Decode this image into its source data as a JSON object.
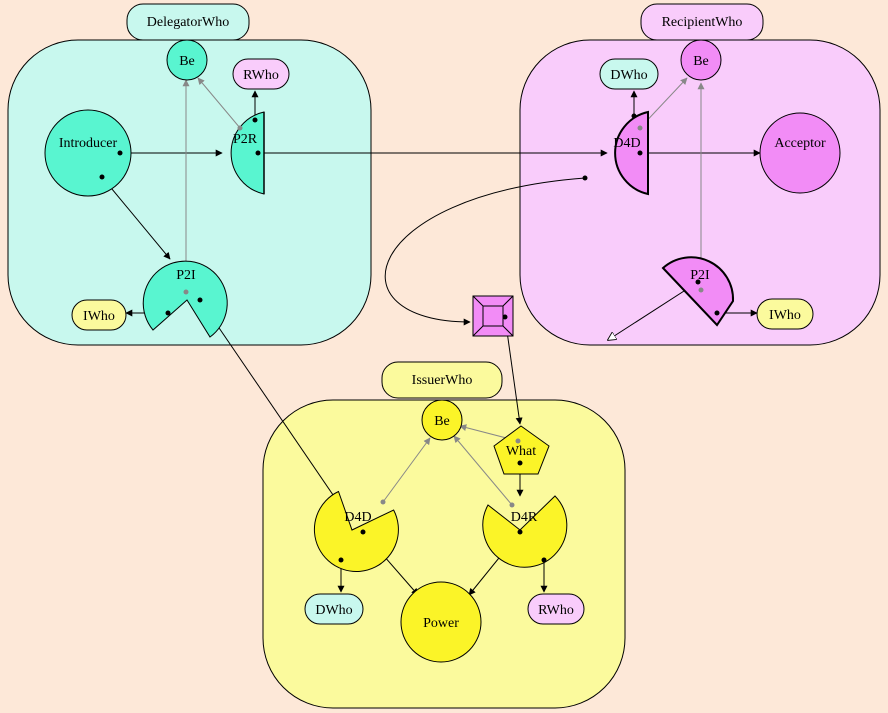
{
  "colors": {
    "background": "#fde8d8",
    "delegator": "#c8f8ee",
    "delegator_node": "#59f5d0",
    "recipient": "#f9ccfb",
    "recipient_node": "#f28cf6",
    "issuer": "#fbfa9d",
    "issuer_node": "#fbf428",
    "rwho_node": "#f9ccfb",
    "dwho_node": "#c8f8ee",
    "iwho_node": "#fbfa9d"
  },
  "groups": {
    "delegator": "DelegatorWho",
    "recipient": "RecipientWho",
    "issuer": "IssuerWho"
  },
  "nodes": {
    "delegator_be": "Be",
    "delegator_rwho": "RWho",
    "introducer": "Introducer",
    "delegator_p2r": "P2R",
    "delegator_p2i": "P2I",
    "delegator_iwho": "IWho",
    "recipient_dwho": "DWho",
    "recipient_be": "Be",
    "recipient_d4d": "D4D",
    "acceptor": "Acceptor",
    "recipient_p2i": "P2I",
    "recipient_iwho": "IWho",
    "issuer_be": "Be",
    "issuer_what": "What",
    "issuer_d4d": "D4D",
    "issuer_d4r": "D4R",
    "issuer_dwho": "DWho",
    "issuer_rwho": "RWho",
    "power": "Power"
  }
}
